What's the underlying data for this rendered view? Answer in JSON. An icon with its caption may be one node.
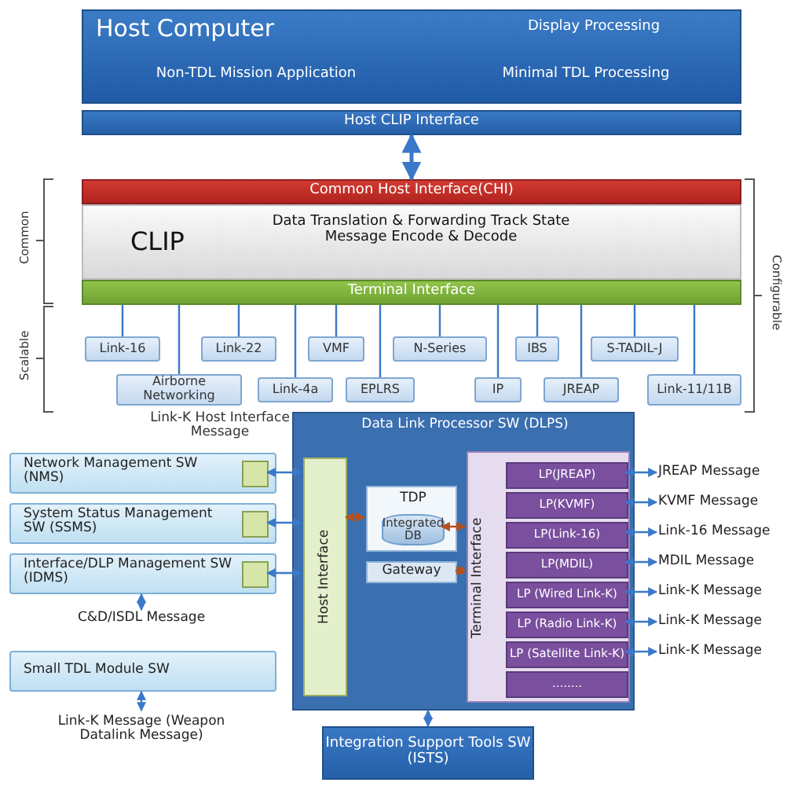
{
  "diagram": {
    "nodes": [
      {
        "text": [
          "Host Computer",
          "Display Processing",
          "Non-TDL Mission Application",
          "Minimal TDL Processing"
        ]
      },
      {
        "text": [
          "Host CLIP Interface"
        ]
      },
      {
        "text": [
          "Common Host Interface(CHI)"
        ]
      },
      {
        "text": [
          "CLIP",
          "Data Translation & Forwarding Track State Message Encode & Decode"
        ]
      },
      {
        "text": [
          "Terminal Interface"
        ]
      },
      {
        "text": [
          "Link-16"
        ]
      },
      {
        "text": [
          "Airborne Networking"
        ]
      },
      {
        "text": [
          "Link-22"
        ]
      },
      {
        "text": [
          "Link-4a"
        ]
      },
      {
        "text": [
          "VMF"
        ]
      },
      {
        "text": [
          "EPLRS"
        ]
      },
      {
        "text": [
          "N-Series"
        ]
      },
      {
        "text": [
          "IP"
        ]
      },
      {
        "text": [
          "IBS"
        ]
      },
      {
        "text": [
          "JREAP"
        ]
      },
      {
        "text": [
          "S-TADIL-J"
        ]
      },
      {
        "text": [
          "Link-11/11B"
        ]
      },
      {
        "text": [
          "Network Management SW (NMS)"
        ]
      },
      {
        "text": [],
        "shape": "box",
        "in": 17
      },
      {
        "text": [
          "System Status Management SW (SSMS)"
        ]
      },
      {
        "text": [],
        "shape": "box",
        "in": 19
      },
      {
        "text": [
          "Interface/DLP Management SW (IDMS)"
        ]
      },
      {
        "text": [],
        "shape": "box",
        "in": 21
      },
      {
        "text": [
          "C&D/ISDL Message"
        ]
      },
      {
        "text": [
          "Small TDL Module SW"
        ]
      },
      {
        "text": [
          "Link-K Message (Weapon Datalink Message)"
        ]
      },
      {
        "text": [
          "Data Link Processor SW (DLPS)"
        ]
      },
      {
        "text": [
          "Host Interface"
        ],
        "in": 26
      },
      {
        "text": [
          "TDP"
        ],
        "in": 26
      },
      {
        "text": [
          "Integrated DB"
        ],
        "in": 28
      },
      {
        "text": [
          "Gateway"
        ],
        "in": 26
      },
      {
        "text": [
          "Terminal Interface"
        ],
        "in": 26
      },
      {
        "text": [
          "LP(JREAP)"
        ],
        "in": 31
      },
      {
        "text": [
          "LP(KVMF)"
        ],
        "in": 31
      },
      {
        "text": [
          "LP(Link-16)"
        ],
        "in": 31
      },
      {
        "text": [
          "LP(MDIL)"
        ],
        "in": 31
      },
      {
        "text": [
          "LP (Wired Link-K)"
        ],
        "in": 31
      },
      {
        "text": [
          "LP (Radio Link-K)"
        ],
        "in": 31
      },
      {
        "text": [
          "LP (Satellite Link-K)"
        ],
        "in": 31
      },
      {
        "text": [
          "........"
        ],
        "in": 31
      },
      {
        "text": [
          "Integration Support Tools SW (ISTS)"
        ]
      },
      {
        "text": [
          "JREAP Message"
        ]
      },
      {
        "text": [
          "KVMF Message"
        ]
      },
      {
        "text": [
          "Link-16 Message"
        ]
      },
      {
        "text": [
          "MDIL Message"
        ]
      },
      {
        "text": [
          "Link-K Message"
        ]
      },
      {
        "text": [
          "Link-K Message"
        ]
      },
      {
        "text": [
          "Link-K Message"
        ]
      }
    ],
    "edges": [
      {
        "from": 1,
        "to": 2,
        "arrow": "both"
      },
      {
        "from": 4,
        "to": 5,
        "arrow": "none"
      },
      {
        "from": 4,
        "to": 6,
        "arrow": "none"
      },
      {
        "from": 4,
        "to": 7,
        "arrow": "none"
      },
      {
        "from": 4,
        "to": 8,
        "arrow": "none"
      },
      {
        "from": 4,
        "to": 9,
        "arrow": "none"
      },
      {
        "from": 4,
        "to": 10,
        "arrow": "none"
      },
      {
        "from": 4,
        "to": 11,
        "arrow": "none"
      },
      {
        "from": 4,
        "to": 12,
        "arrow": "none"
      },
      {
        "from": 4,
        "to": 13,
        "arrow": "none"
      },
      {
        "from": 4,
        "to": 14,
        "arrow": "none"
      },
      {
        "from": 4,
        "to": 15,
        "arrow": "none"
      },
      {
        "from": 4,
        "to": 16,
        "arrow": "none"
      },
      {
        "from": 18,
        "to": 27,
        "arrow": "both"
      },
      {
        "from": 20,
        "to": 27,
        "arrow": "both"
      },
      {
        "from": 22,
        "to": 27,
        "arrow": "both"
      },
      {
        "from": 21,
        "to": 23,
        "arrow": "both"
      },
      {
        "from": 24,
        "to": 25,
        "arrow": "both"
      },
      {
        "from": 27,
        "to": 28,
        "arrow": "both",
        "color": "#b5501e"
      },
      {
        "from": 29,
        "to": 31,
        "arrow": "both",
        "color": "#b5501e"
      },
      {
        "from": 30,
        "to": 31,
        "arrow": "both",
        "color": "#b5501e"
      },
      {
        "from": 26,
        "to": 40,
        "arrow": "both"
      },
      {
        "from": 32,
        "to": 41,
        "arrow": "both"
      },
      {
        "from": 33,
        "to": 42,
        "arrow": "both"
      },
      {
        "from": 34,
        "to": 43,
        "arrow": "both"
      },
      {
        "from": 35,
        "to": 44,
        "arrow": "both"
      },
      {
        "from": 36,
        "to": 45,
        "arrow": "both"
      },
      {
        "from": 37,
        "to": 46,
        "arrow": "both"
      },
      {
        "from": 38,
        "to": 47,
        "arrow": "both"
      }
    ],
    "labels": [
      "Common",
      "Scalable",
      "Configurable",
      "Link-K Host Interface Message"
    ]
  }
}
